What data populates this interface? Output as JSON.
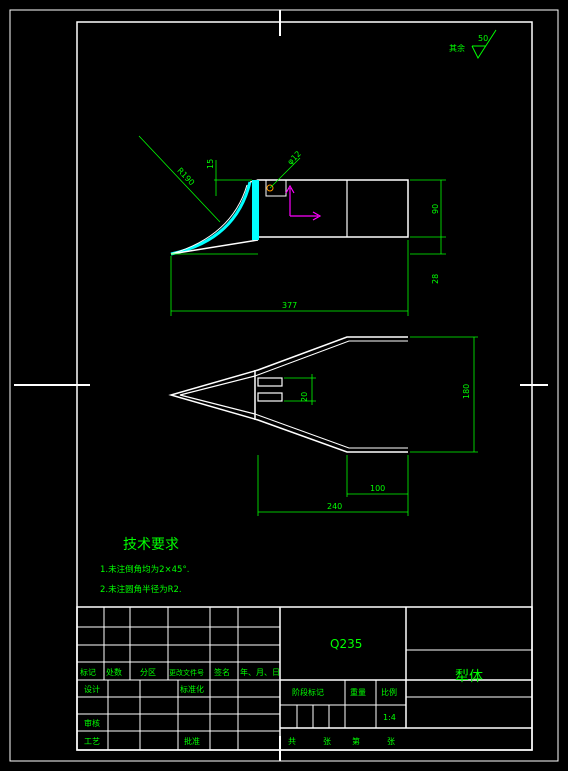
{
  "roughness": {
    "label": "其余",
    "value": "50"
  },
  "dimensions": {
    "radius": "R190",
    "small_offset": "15",
    "hole": "φ12",
    "height_main": "90",
    "height_base": "28",
    "length_total": "377",
    "slot": "20",
    "width_total": "180",
    "length_tail": "100",
    "length_plan": "240"
  },
  "tech": {
    "title": "技术要求",
    "items": [
      "1.未注倒角均为2×45°.",
      "2.未注圆角半径为R2."
    ]
  },
  "title_block": {
    "material": "Q235",
    "part_name": "犁体",
    "head_row": [
      "标记",
      "处数",
      "分区",
      "更改文件号",
      "签名",
      "年、月、日"
    ],
    "design": "设计",
    "standardize": "标准化",
    "review": "审核",
    "process": "工艺",
    "approve": "批准",
    "stage_mark": "阶段标记",
    "weight": "重量",
    "scale": "比例",
    "scale_value": "1:4",
    "total": "共",
    "sheets": "张",
    "sheet_no": "第",
    "sheets2": "张"
  },
  "colors": {
    "frame": "#ffffff",
    "dimension": "#00ff00",
    "cyan": "#00ffff",
    "magenta": "#ff00ff",
    "text_green": "#00ff00"
  }
}
